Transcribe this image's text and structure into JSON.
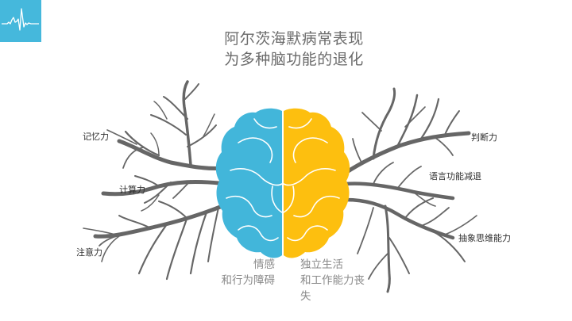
{
  "logo": {
    "icon": "heartbeat-icon",
    "background": "#45b8dc"
  },
  "title": {
    "line1": "阿尔茨海默病常表现",
    "line2": "为多种脑功能的退化"
  },
  "brain": {
    "left_color": "#42b6da",
    "right_color": "#fdbf0f",
    "branch_color": "#666666"
  },
  "left_labels": [
    {
      "text": "记忆力"
    },
    {
      "text": "计算力"
    },
    {
      "text": "注意力"
    }
  ],
  "right_labels": [
    {
      "text": "判断力"
    },
    {
      "text": "语言功能减退"
    },
    {
      "text": "抽象思维能力"
    }
  ],
  "captions": {
    "left": {
      "line1": "情感",
      "line2": "和行为障碍"
    },
    "right": {
      "line1": "独立生活",
      "line2": "和工作能力丧",
      "line3": "失"
    }
  }
}
